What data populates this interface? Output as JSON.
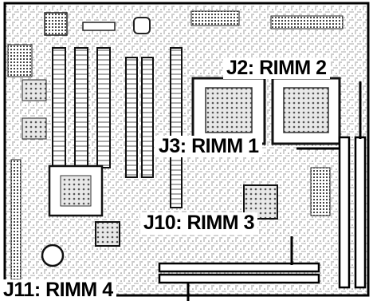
{
  "labels": {
    "j2": "J2: RIMM 2",
    "j3": "J3: RIMM 1",
    "j10": "J10: RIMM 3",
    "j11": "J11: RIMM 4"
  },
  "colors": {
    "ink": "#000000",
    "board": "#ffffff",
    "trace": "#6f6f6f"
  }
}
